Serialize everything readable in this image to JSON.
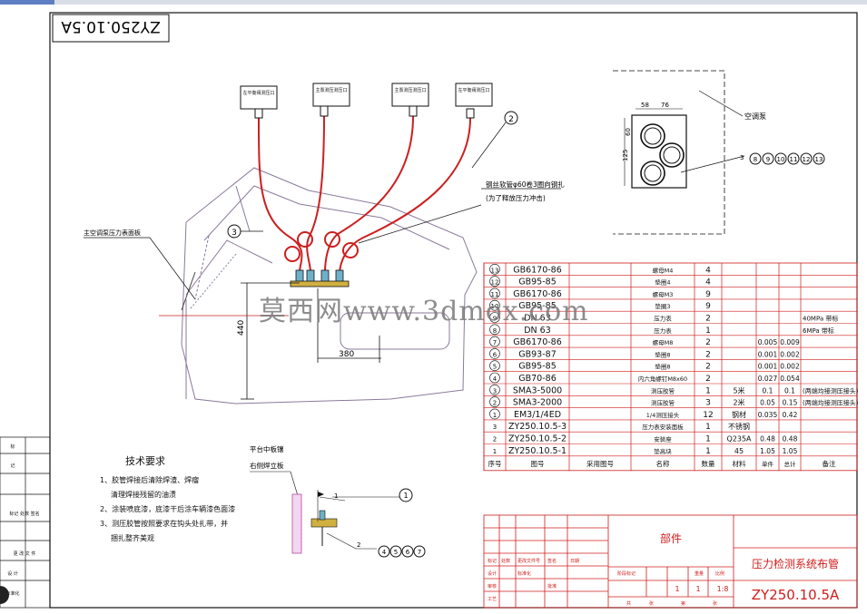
{
  "drawing": {
    "stamp_mirrored": "ZY250.10.5A",
    "drawing_title": "压力检测系统布管",
    "drawing_number": "ZY250.10.5A",
    "center_label": "部件",
    "scale": "1:8",
    "sheets": [
      "1",
      "1"
    ]
  },
  "callouts": {
    "tech_req_title": "技术要求",
    "tech_req_lines": [
      "1、胶管焊接后清除焊渣、焊瘤",
      "清理焊接残留的油渍",
      "2、涂装喷底漆，底漆干后涂车辆漆色面漆",
      "3、测压胶管按照要求在钩头处扎带，并",
      "捆扎整齐美观"
    ],
    "top_gauges": [
      "左平衡阀测压口",
      "主泵测压测压口",
      "主泵测压测压口",
      "左平衡阀测压口"
    ],
    "pipe_note_1": "钢丝软管φ60卷3圈向钢扎",
    "pipe_note_2": "(为了释放压力冲击)",
    "left_note": "主空调泵压力表面板",
    "platform_note_1": "平台中板镶",
    "platform_note_2": "右侧焊立板",
    "ac_label": "空调泵",
    "balloon_2": "2",
    "balloon_3": "3",
    "balloon_1": "1",
    "balloon_3b": "3",
    "balloon_row_right": [
      "8",
      "9",
      "10",
      "11",
      "12",
      "13"
    ],
    "balloon_row_bottom": [
      "4",
      "5",
      "6",
      "7"
    ],
    "leader_small_1": "1",
    "leader_small_2": "2",
    "dim_440": "440",
    "dim_380": "380",
    "dim_58": "58",
    "dim_76": "76",
    "dim_60": "60",
    "dim_125": "125"
  },
  "side_table": {
    "rows": [
      "标",
      "记",
      "标记 处数 签名",
      "更 改 文 件",
      "设 计",
      "标准化"
    ]
  },
  "bom": {
    "headers": [
      "序号",
      "图号",
      "采用图号",
      "名称",
      "数量",
      "材料",
      "单件",
      "总计",
      "备注"
    ],
    "rows": [
      {
        "no": "13",
        "code": "GB6170-86",
        "name": "螺母M4",
        "qty": "4",
        "mat": "",
        "w1": "",
        "w2": "",
        "note": ""
      },
      {
        "no": "12",
        "code": "GB95-85",
        "name": "垫圈4",
        "qty": "4",
        "mat": "",
        "w1": "",
        "w2": "",
        "note": ""
      },
      {
        "no": "11",
        "code": "GB6170-86",
        "name": "螺母M3",
        "qty": "9",
        "mat": "",
        "w1": "",
        "w2": "",
        "note": ""
      },
      {
        "no": "10",
        "code": "GB95-85",
        "name": "垫圈3",
        "qty": "9",
        "mat": "",
        "w1": "",
        "w2": "",
        "note": ""
      },
      {
        "no": "9",
        "code": "DN 63",
        "name": "压力表",
        "qty": "2",
        "mat": "",
        "w1": "",
        "w2": "",
        "note": "40MPa 带标"
      },
      {
        "no": "8",
        "code": "DN 63",
        "name": "压力表",
        "qty": "1",
        "mat": "",
        "w1": "",
        "w2": "",
        "note": "6MPa 带标"
      },
      {
        "no": "7",
        "code": "GB6170-86",
        "name": "螺母M8",
        "qty": "2",
        "mat": "",
        "w1": "0.005",
        "w2": "0.009",
        "note": ""
      },
      {
        "no": "6",
        "code": "GB93-87",
        "name": "垫圈8",
        "qty": "2",
        "mat": "",
        "w1": "0.001",
        "w2": "0.002",
        "note": ""
      },
      {
        "no": "5",
        "code": "GB95-85",
        "name": "垫圈8",
        "qty": "2",
        "mat": "",
        "w1": "0.001",
        "w2": "0.002",
        "note": ""
      },
      {
        "no": "4",
        "code": "GB70-86",
        "name": "内六角螺钉M8x60",
        "qty": "2",
        "mat": "",
        "w1": "0.027",
        "w2": "0.054",
        "note": ""
      },
      {
        "no": "3",
        "code": "SMA3-5000",
        "name": "测压胶管",
        "qty": "1",
        "mat": "5米",
        "w1": "0.1",
        "w2": "0.1",
        "note": "(两端均接测压接头)"
      },
      {
        "no": "2",
        "code": "SMA3-2000",
        "name": "测压胶管",
        "qty": "3",
        "mat": "2米",
        "w1": "0.05",
        "w2": "0.15",
        "note": "(两端均接测压接头)"
      },
      {
        "no": "1",
        "code": "EM3/1/4ED",
        "name": "1/4测压接头",
        "qty": "12",
        "mat": "钢材",
        "w1": "0.035",
        "w2": "0.42",
        "note": ""
      },
      {
        "no": "3",
        "code": "ZY250.10.5-3",
        "name": "压力表安装面板",
        "qty": "1",
        "mat": "不锈钢",
        "w1": "",
        "w2": "",
        "note": ""
      },
      {
        "no": "2",
        "code": "ZY250.10.5-2",
        "name": "安装座",
        "qty": "1",
        "mat": "Q235A",
        "w1": "0.48",
        "w2": "0.48",
        "note": ""
      },
      {
        "no": "1",
        "code": "ZY250.10.5-1",
        "name": "垫高块",
        "qty": "1",
        "mat": "45",
        "w1": "1.05",
        "w2": "1.05",
        "note": ""
      }
    ]
  },
  "title_block": {
    "left_cells": [
      "标记",
      "处数",
      "更改文件号",
      "签名",
      "日期",
      "设计",
      "标准化",
      "审核",
      "工艺",
      "批准"
    ],
    "stage_cells": [
      "阶段标记",
      "重量",
      "比例"
    ],
    "sheet_cells": [
      "共",
      "张",
      "第",
      "张"
    ]
  },
  "watermark": "莫西网www.3dmox.com",
  "colors": {
    "pipe": "#cc1f1f",
    "line": "#111111",
    "frame": "#d01b1b",
    "gray": "#9a9a9a"
  }
}
